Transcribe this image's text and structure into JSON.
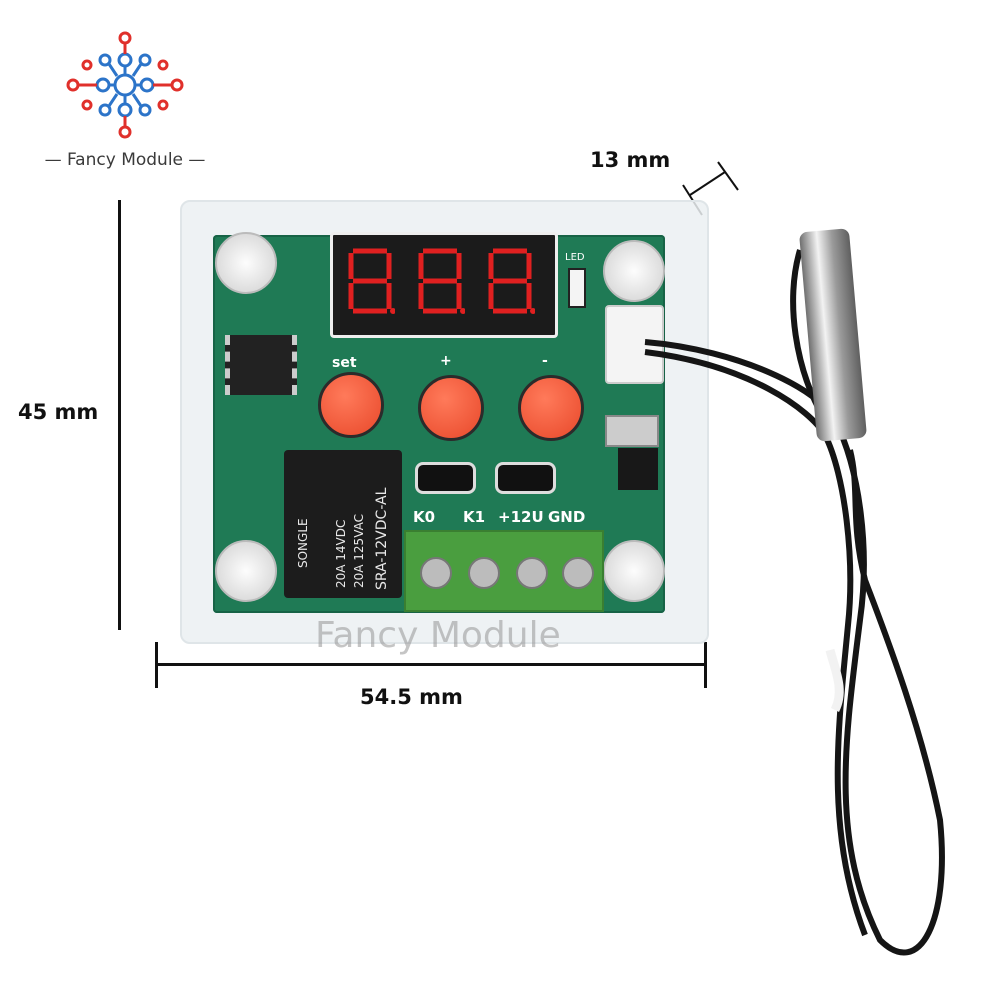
{
  "brand": {
    "name": "Fancy Module"
  },
  "display": {
    "readout": "8.8.8."
  },
  "dimensions": {
    "height": "45 mm",
    "width": "54.5 mm",
    "depth": "13 mm"
  },
  "board": {
    "buttons": {
      "set": "set",
      "plus": "+",
      "minus": "-"
    },
    "led_label": "LED",
    "terminals": {
      "k0": "K0",
      "k1": "K1",
      "power": "+12U",
      "gnd": "GND"
    },
    "relay": {
      "brand": "SONGLE",
      "line1": "20A 14VDC",
      "line2": "20A 125VAC",
      "model": "SRA-12VDC-AL"
    }
  },
  "watermark": "Fancy Module",
  "colors": {
    "pcb": "#1f7a55",
    "buttons": "#f15a3a",
    "terminal": "#4a9e3f",
    "display": "#e02020"
  }
}
